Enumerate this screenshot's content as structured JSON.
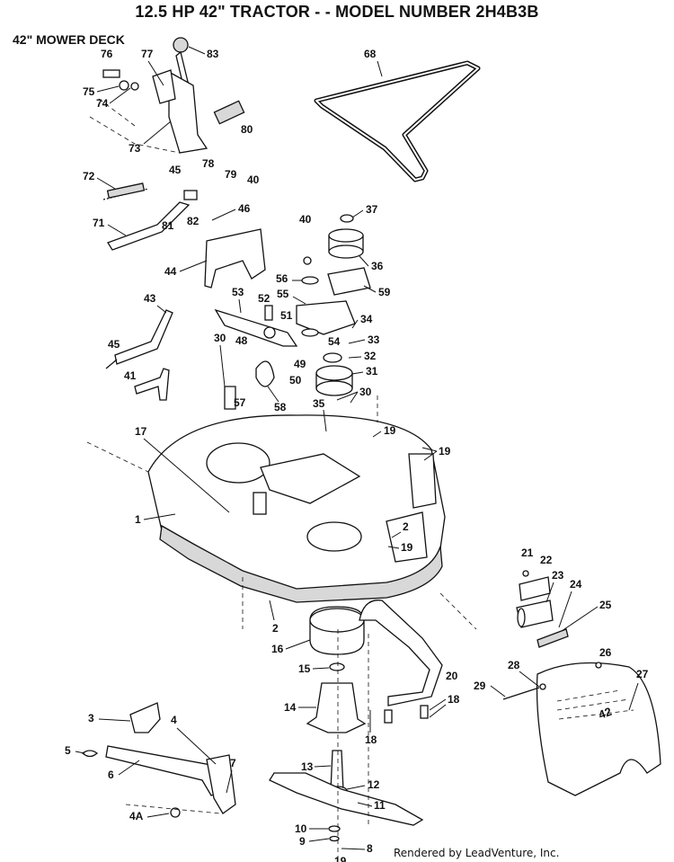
{
  "header": {
    "title": "12.5 HP 42\" TRACTOR - - MODEL NUMBER 2H4B3B",
    "subtitle": "42\" MOWER DECK"
  },
  "footer": {
    "credit": "Rendered by LeadVenture, Inc."
  },
  "callouts": [
    "83",
    "76",
    "77",
    "75",
    "74",
    "80",
    "73",
    "78",
    "79",
    "40",
    "68",
    "72",
    "45",
    "82",
    "81",
    "46",
    "71",
    "40",
    "37",
    "36",
    "44",
    "59",
    "56",
    "55",
    "53",
    "52",
    "34",
    "51",
    "43",
    "33",
    "54",
    "30",
    "48",
    "32",
    "45",
    "49",
    "31",
    "41",
    "50",
    "30",
    "57",
    "58",
    "35",
    "19",
    "17",
    "19",
    "1",
    "2",
    "19",
    "21",
    "22",
    "23",
    "24",
    "25",
    "2",
    "26",
    "16",
    "15",
    "20",
    "28",
    "29",
    "27",
    "14",
    "18",
    "3",
    "4",
    "18",
    "5",
    "7",
    "13",
    "6",
    "12",
    "11",
    "4A",
    "10",
    "9",
    "8",
    "19"
  ]
}
